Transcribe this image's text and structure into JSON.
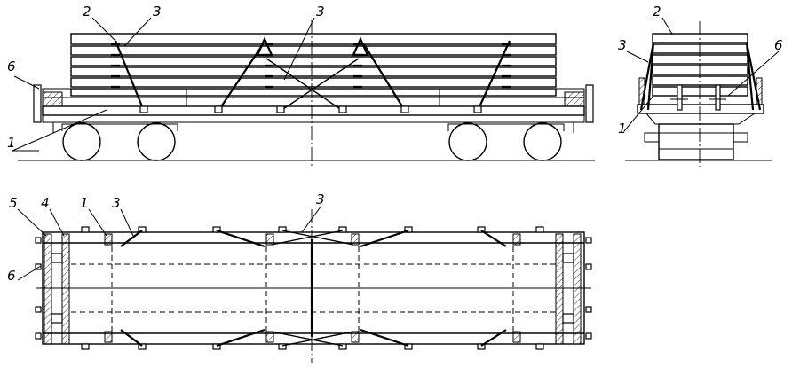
{
  "callouts": {
    "side": {
      "c2": "2",
      "c3a": "3",
      "c3b": "3",
      "c6": "6",
      "c1": "1"
    },
    "end": {
      "c2": "2",
      "c3": "3",
      "c6": "6",
      "c1": "1"
    },
    "plan": {
      "c5": "5",
      "c4": "4",
      "c1": "1",
      "c3a": "3",
      "c3b": "3",
      "c6": "6"
    }
  }
}
